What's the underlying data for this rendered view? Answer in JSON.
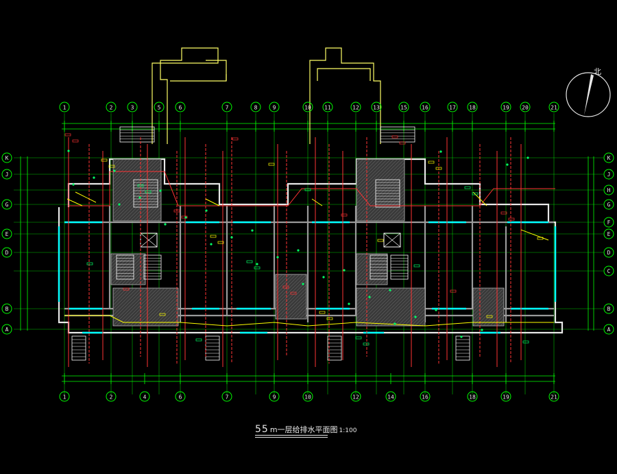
{
  "drawing": {
    "title_main": "55",
    "title_unit": "m",
    "title_text": "一层给排水平面图",
    "title_scale": "1:100",
    "north_label": "北",
    "col_axes_top": [
      "1",
      "2",
      "3",
      "5",
      "6",
      "7",
      "8",
      "9",
      "10",
      "11",
      "12",
      "13",
      "15",
      "16",
      "17",
      "18",
      "19",
      "20",
      "21"
    ],
    "col_axes_bottom": [
      "1",
      "2",
      "4",
      "6",
      "7",
      "9",
      "10",
      "12",
      "14",
      "16",
      "18",
      "19",
      "21"
    ],
    "row_axes": [
      "K",
      "J",
      "H",
      "G",
      "F",
      "E",
      "D",
      "C",
      "B",
      "A"
    ],
    "row_axes_left": [
      "K",
      "J",
      "G",
      "E",
      "D",
      "B",
      "A"
    ]
  },
  "colors": {
    "background": "#000000",
    "axis": "#00ff00",
    "wall": "#e8e8e8",
    "pipe_supply": "#ff3333",
    "pipe_drain": "#ffff00",
    "window": "#00ffff",
    "dim": "#00ff00",
    "stair": "#ffffff",
    "outline": "#ffff66"
  }
}
